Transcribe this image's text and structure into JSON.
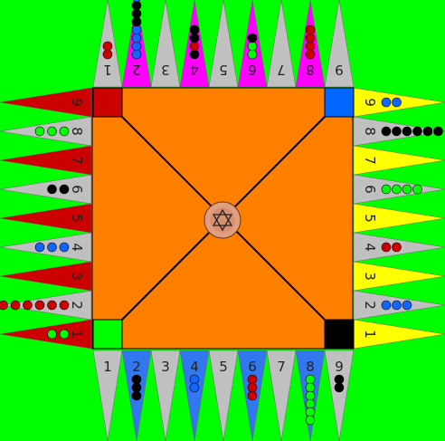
{
  "game": {
    "board_color": "#ff8000",
    "background_color": "#00ff00",
    "center_icon": "star-of-david-icon",
    "corners": {
      "top_left": "#cc0000",
      "top_right": "#0066ff",
      "bottom_left": "#00ff00",
      "bottom_right": "#000000"
    },
    "point_colors": {
      "grey": "#c0c0c0",
      "red": "#cc0000",
      "magenta": "#ff00ff",
      "yellow": "#ffff00",
      "blue": "#3377ee"
    },
    "piece_colors": {
      "red": "#cc0000",
      "blue": "#1166ff",
      "black": "#000000",
      "green": "#00ff00"
    },
    "sides": {
      "top": {
        "labels": [
          "1",
          "2",
          "3",
          "4",
          "5",
          "6",
          "7",
          "8",
          "9"
        ],
        "colors": [
          "grey",
          "magenta",
          "grey",
          "magenta",
          "grey",
          "magenta",
          "grey",
          "magenta",
          "grey"
        ],
        "pieces": [
          [
            "red",
            "red"
          ],
          [
            "blue",
            "blue",
            "blue",
            "blue",
            "black",
            "black",
            "black",
            "blue"
          ],
          [],
          [
            "black",
            "red",
            "black",
            "black"
          ],
          [],
          [
            "green",
            "green",
            "black"
          ],
          [],
          [
            "red",
            "red",
            "red",
            "red"
          ],
          []
        ]
      },
      "bottom": {
        "labels": [
          "1",
          "2",
          "3",
          "4",
          "5",
          "6",
          "7",
          "8",
          "9"
        ],
        "colors": [
          "grey",
          "blue",
          "grey",
          "blue",
          "grey",
          "blue",
          "grey",
          "blue",
          "grey"
        ],
        "pieces": [
          [],
          [
            "black",
            "black",
            "black"
          ],
          [],
          [
            "blue",
            "blue"
          ],
          [],
          [
            "red",
            "red",
            "red"
          ],
          [],
          [
            "green",
            "green",
            "green",
            "green",
            "green",
            "green"
          ],
          [
            "black",
            "black"
          ]
        ]
      },
      "left": {
        "labels": [
          "9",
          "8",
          "7",
          "6",
          "5",
          "4",
          "3",
          "2",
          "1"
        ],
        "colors": [
          "red",
          "grey",
          "red",
          "grey",
          "red",
          "grey",
          "red",
          "grey",
          "red"
        ],
        "pieces": [
          [],
          [
            "green",
            "green",
            "green"
          ],
          [],
          [
            "black",
            "black"
          ],
          [],
          [
            "blue",
            "blue",
            "blue"
          ],
          [],
          [
            "red",
            "red",
            "red",
            "red",
            "red",
            "red"
          ],
          [
            "green",
            "green"
          ]
        ]
      },
      "right": {
        "labels": [
          "9",
          "8",
          "7",
          "6",
          "5",
          "4",
          "3",
          "2",
          "1"
        ],
        "colors": [
          "yellow",
          "grey",
          "yellow",
          "grey",
          "yellow",
          "grey",
          "yellow",
          "grey",
          "yellow"
        ],
        "pieces": [
          [
            "blue",
            "blue"
          ],
          [
            "black",
            "black",
            "black",
            "black",
            "black",
            "black"
          ],
          [],
          [
            "green",
            "green",
            "green",
            "green"
          ],
          [],
          [
            "red",
            "red"
          ],
          [],
          [
            "blue",
            "blue",
            "blue"
          ],
          []
        ]
      }
    }
  }
}
